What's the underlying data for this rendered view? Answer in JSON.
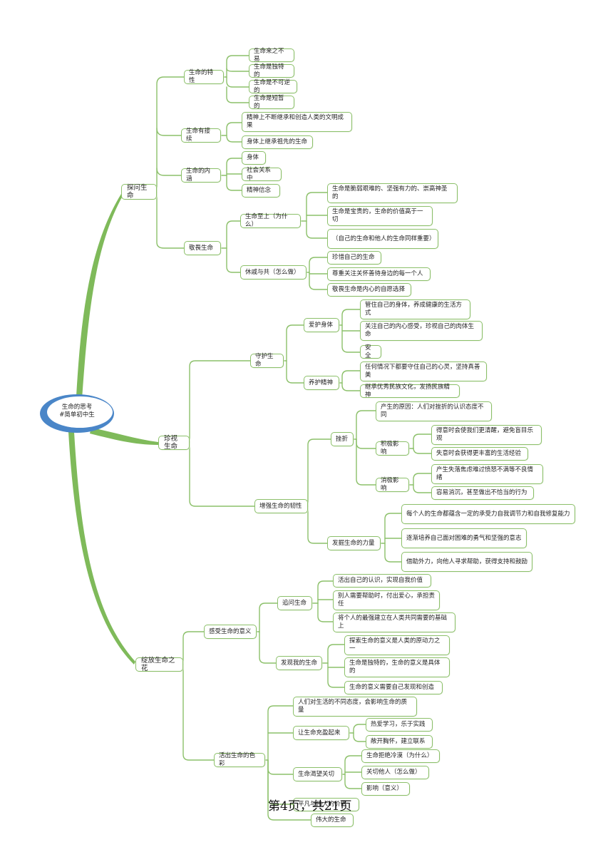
{
  "root": {
    "line1": "生命的思考",
    "line2": "#简单初中生"
  },
  "branches": {
    "b1": {
      "label": "探问生命",
      "c1": {
        "label": "生命的特性",
        "items": [
          "生命来之不易",
          "生命是独特的",
          "生命是不可逆的",
          "生命是短暂的"
        ]
      },
      "c2": {
        "label": "生命有接续",
        "items": [
          "精神上不断继承和创造人类的文明成果",
          "身体上继承祖先的生命"
        ]
      },
      "c3": {
        "label": "生命的内涵",
        "items": [
          "身体",
          "社会关系中",
          "精神信念"
        ]
      },
      "c4": {
        "label": "敬畏生命",
        "g1": {
          "label": "生命至上（为什么）",
          "items": [
            "生命是脆弱艰难的、坚强有力的、崇高神圣的",
            "生命是宝贵的，生命的价值高于一切",
            "（自己的生命和他人的生命同样重要）"
          ]
        },
        "g2": {
          "label": "休戚与共（怎么做）",
          "items": [
            "珍惜自己的生命",
            "尊重关注关怀善待身边的每一个人",
            "敬畏生命是内心的自愿选择"
          ]
        }
      }
    },
    "b2": {
      "label": "珍视生命",
      "c1": {
        "label": "守护生命",
        "g1": {
          "label": "爱护身体",
          "items": [
            "管住自己的身体，养成健康的生活方式",
            "关注自己的内心感受，珍视自己的肉体生命",
            "安全"
          ]
        },
        "g2": {
          "label": "养护精神",
          "items": [
            "任何情况下都要守住自己的心灵，坚持真善美",
            "继承优秀民族文化，发扬民族精神"
          ]
        }
      },
      "c2": {
        "label": "增强生命的韧性",
        "g1": {
          "label": "挫折",
          "cause": "产生的原因：人们对挫折的认识态度不同",
          "pos": {
            "label": "积极影响",
            "items": [
              "得意时会使我们更清醒，避免盲目乐观",
              "失意时会获得更丰富的生活经验"
            ]
          },
          "neg": {
            "label": "消极影响",
            "items": [
              "产生失落焦虑难过愤怒不满等不良情绪",
              "容易消沉，甚至做出不恰当的行为"
            ]
          }
        },
        "g2": {
          "label": "发掘生命的力量",
          "items": [
            "每个人的生命都蕴含一定的承受力自我调节力和自我修复能力",
            "逐渐培养自己面对困难的勇气和坚强的意志",
            "借助外力，向他人寻求帮助，获得支持和鼓励"
          ]
        }
      }
    },
    "b3": {
      "label": "绽放生命之花",
      "c1": {
        "label": "感受生命的意义",
        "g1": {
          "label": "追问生命",
          "items": [
            "活出自己的认识，实现自我价值",
            "别人需要帮助时，付出爱心，承担责任",
            "将个人的最强建立在人类共同需要的基础上"
          ]
        },
        "g2": {
          "label": "发现我的生命",
          "items": [
            "探索生命的意义是人类的原动力之一",
            "生命是独特的，生命的意义是具体的",
            "生命的意义需要自己发现和创造"
          ]
        }
      },
      "c2": {
        "label": "活出生命的色彩",
        "d1": "人们对生活的不同态度，会影响生命的质量",
        "g1": {
          "label": "让生命充盈起来",
          "items": [
            "热爱学习，乐于实践",
            "敞开胸怀，建立联系"
          ]
        },
        "g2": {
          "label": "生命渴望关切",
          "items": [
            "生命拒绝冷漠（为什么）",
            "关切他人（怎么做）",
            "影响（意义）"
          ]
        },
        "d2": "平凡与伟大的价值",
        "d3": "伟大的生命"
      }
    }
  },
  "footer": {
    "page": "第4页，共21页"
  },
  "colors": {
    "branch": "#7fba5a",
    "border": "#8cc06a",
    "root_ring": "#4a86c8"
  }
}
